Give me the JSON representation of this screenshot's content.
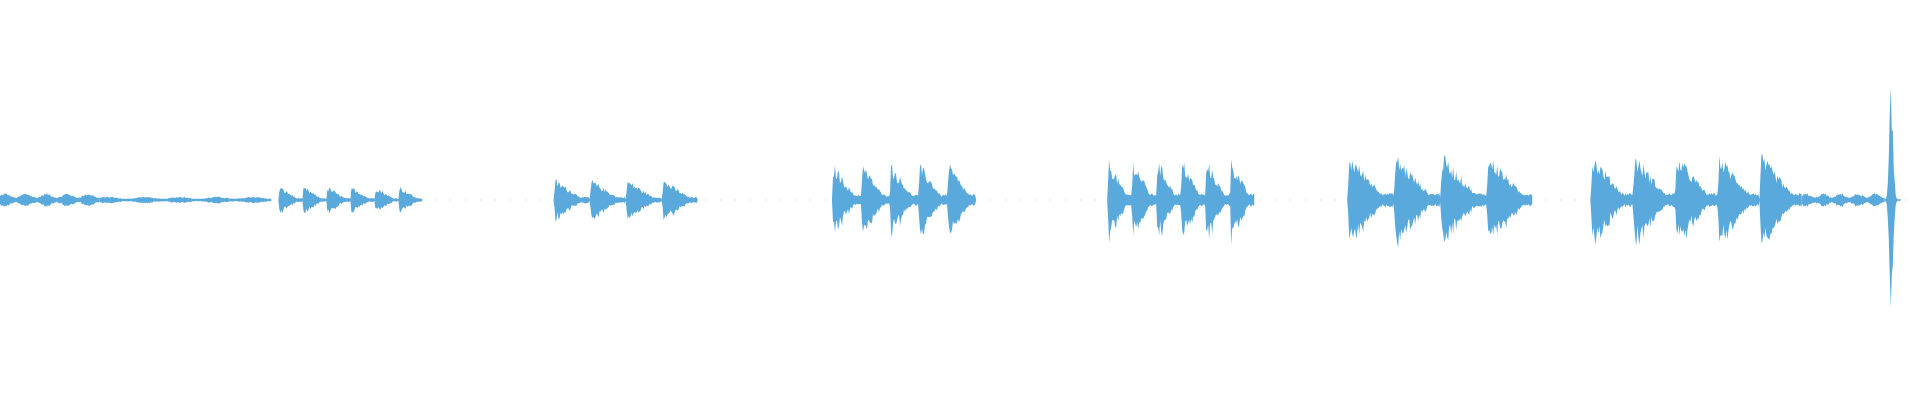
{
  "waveform": {
    "color": "#5aa9dc",
    "background": "#ffffff",
    "duration_seconds": 60,
    "segments": [
      {
        "start": 0.0,
        "end": 3.1,
        "amp": 0.03
      },
      {
        "start": 3.1,
        "end": 8.5,
        "amp": 0.015
      },
      {
        "start": 8.7,
        "end": 13.2,
        "amp": 0.06
      },
      {
        "start": 17.3,
        "end": 21.8,
        "amp": 0.09
      },
      {
        "start": 26.0,
        "end": 30.5,
        "amp": 0.16
      },
      {
        "start": 34.6,
        "end": 39.2,
        "amp": 0.18
      },
      {
        "start": 42.1,
        "end": 47.9,
        "amp": 0.2
      },
      {
        "start": 49.7,
        "end": 56.3,
        "amp": 0.2
      },
      {
        "start": 56.3,
        "end": 58.9,
        "amp": 0.03
      },
      {
        "start": 58.9,
        "end": 59.4,
        "amp": 0.5
      }
    ]
  }
}
